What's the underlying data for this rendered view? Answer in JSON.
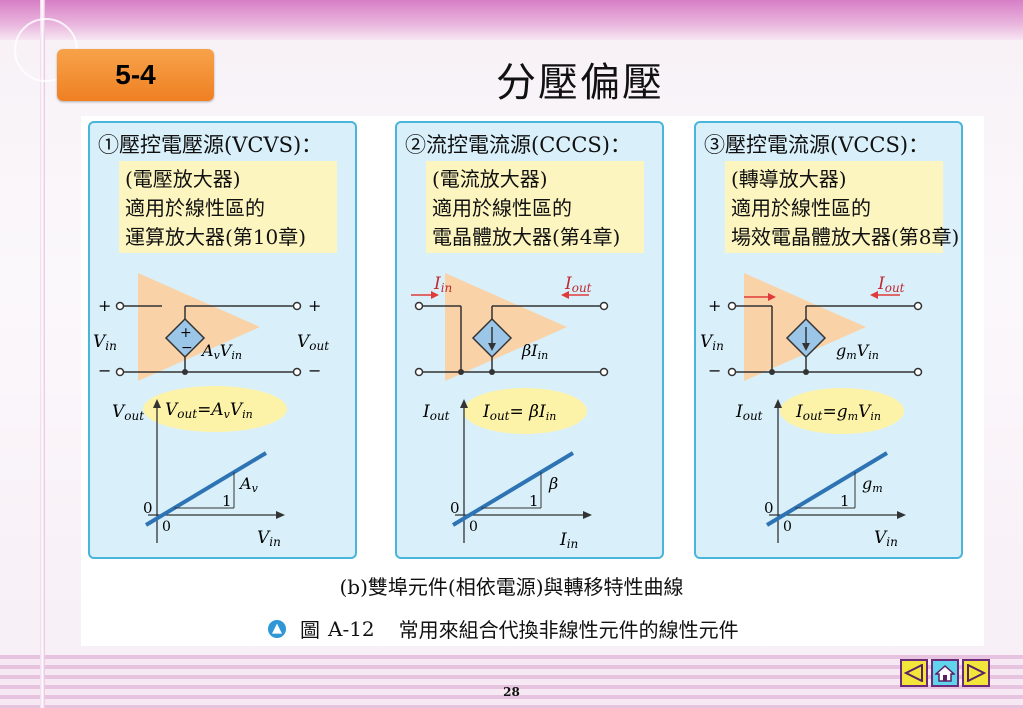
{
  "section": "5-4",
  "title": "分壓偏壓",
  "panels": [
    {
      "heading": "①壓控電壓源(VCVS)：",
      "lines": [
        "(電壓放大器)",
        "適用於線性區的",
        "運算放大器(第10章)"
      ]
    },
    {
      "heading": "②流控電流源(CCCS)：",
      "lines": [
        "(電流放大器)",
        "適用於線性區的",
        "電晶體放大器(第4章)"
      ]
    },
    {
      "heading": "③壓控電流源(VCCS)：",
      "lines": [
        "(轉導放大器)",
        "適用於線性區的",
        "場效電晶體放大器(第8章)"
      ]
    }
  ],
  "caption": "(b)雙埠元件(相依電源)與轉移特性曲線",
  "figure": {
    "label": "圖",
    "number": "A-12",
    "description": "常用來組合代換非線性元件的線性元件"
  },
  "page_number": "28",
  "colors": {
    "badge": "#f28a2e",
    "panel_fill": "#d9f0fa",
    "panel_border": "#4ab5d9",
    "highlight": "#fdf5bf",
    "triangle": "#f9d2a8",
    "curve": "#2e74b5",
    "arrow": "#e03a3a"
  },
  "icons": {
    "figure_marker": "up-arrow-circle-icon",
    "prev": "left-triangle-icon",
    "home": "home-icon",
    "next": "right-triangle-icon"
  }
}
